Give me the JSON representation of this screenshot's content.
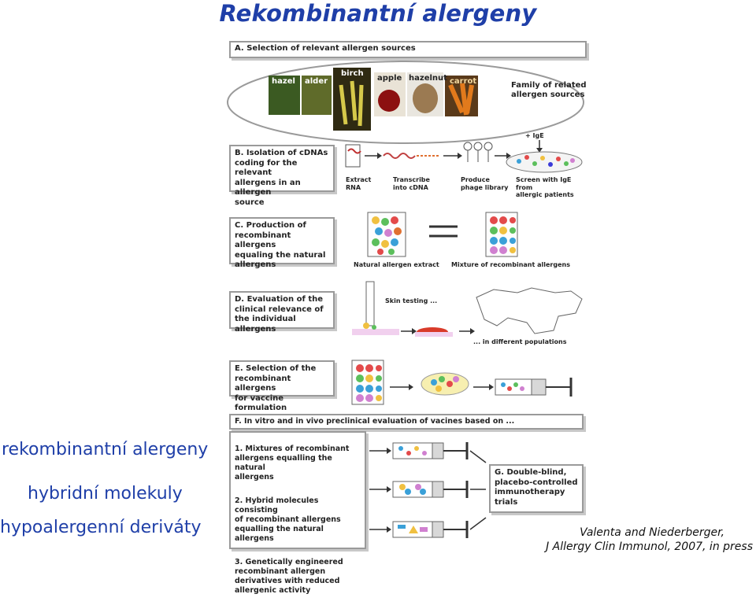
{
  "title": "Rekombinantní alergeny",
  "side_labels": {
    "l1": "rekombinantní alergeny",
    "l2": "hybridní molekuly",
    "l3": "hypoalergenní deriváty"
  },
  "citation": {
    "line1": "Valenta and Niederberger,",
    "line2": "J Allergy Clin Immunol, 2007, in press"
  },
  "figure": {
    "a_header": "A. Selection of relevant allergen sources",
    "plants": [
      "hazel",
      "alder",
      "birch",
      "apple",
      "hazelnut",
      "carrot"
    ],
    "family_label": "Family of related\nallergen sources",
    "b_box": "B. Isolation of cDNAs\ncoding for the relevant\nallergens in an allergen\nsource",
    "b_steps": [
      "Extract\nRNA",
      "Transcribe\ninto cDNA",
      "Produce\nphage library",
      "Screen with IgE from\nallergic patients"
    ],
    "ige_label": "+ IgE",
    "c_box": "C. Production of\nrecombinant allergens\nequaling the natural\nallergens",
    "c_caps": [
      "Natural allergen extract",
      "Mixture of recombinant allergens"
    ],
    "d_box": "D. Evaluation of the\nclinical relevance of\nthe individual allergens",
    "d_skin": "Skin testing ...",
    "d_pop": "... in different populations",
    "e_box": "E. Selection of the\nrecombinant allergens\nfor vaccine formulation",
    "f_header": "F. In vitro and in vivo preclinical evaluation of vacines based on ...",
    "f_items": [
      "1. Mixtures of recombinant\nallergens equalling the natural\nallergens",
      "2. Hybrid molecules consisting\nof recombinant allergens\nequalling the natural allergens",
      "3. Genetically engineered\nrecombinant allergen\nderivatives with reduced\nallergenic activity"
    ],
    "g_box": "G. Double-blind,\nplacebo-controlled\nimmunotherapy\ntrials"
  },
  "colors": {
    "title_blue": "#1f3fa8",
    "box_border": "#9a9a9a",
    "arrow": "#333333"
  }
}
